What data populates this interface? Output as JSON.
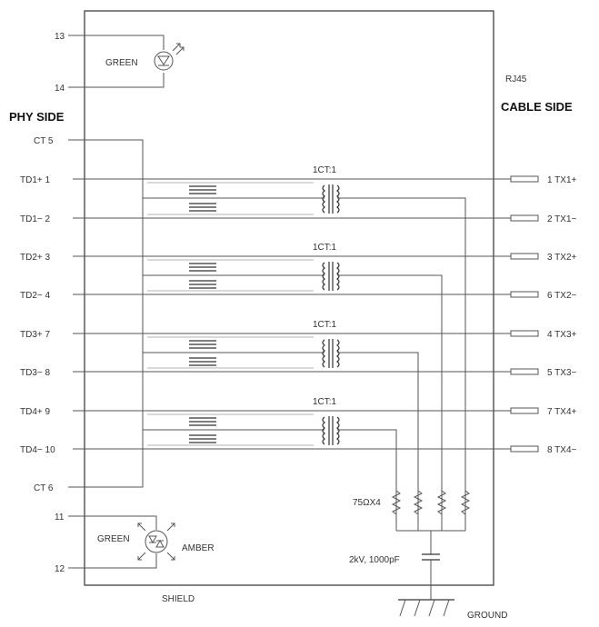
{
  "labels": {
    "phy_side": "PHY SIDE",
    "cable_side": "CABLE SIDE",
    "connector": "RJ45",
    "shield": "SHIELD",
    "ground": "GROUND",
    "resistors": "75ΩX4",
    "capacitor": "2kV, 1000pF",
    "top_led": "GREEN",
    "bottom_led_left": "GREEN",
    "bottom_led_right": "AMBER"
  },
  "transformer_ratio": "1CT:1",
  "pins": {
    "p13": "13",
    "p14": "14",
    "ct5": "CT  5",
    "ct6": "CT  6",
    "p11": "11",
    "p12": "12"
  },
  "pairs": [
    {
      "phy_pos": "TD1+  1",
      "phy_neg": "TD1−  2",
      "cable_pos": "1   TX1+",
      "cable_neg": "2   TX1−"
    },
    {
      "phy_pos": "TD2+  3",
      "phy_neg": "TD2−  4",
      "cable_pos": "3   TX2+",
      "cable_neg": "6   TX2−"
    },
    {
      "phy_pos": "TD3+  7",
      "phy_neg": "TD3−  8",
      "cable_pos": "4   TX3+",
      "cable_neg": "5   TX3−"
    },
    {
      "phy_pos": "TD4+  9",
      "phy_neg": "TD4−  10",
      "cable_pos": "7   TX4+",
      "cable_neg": "8   TX4−"
    }
  ]
}
